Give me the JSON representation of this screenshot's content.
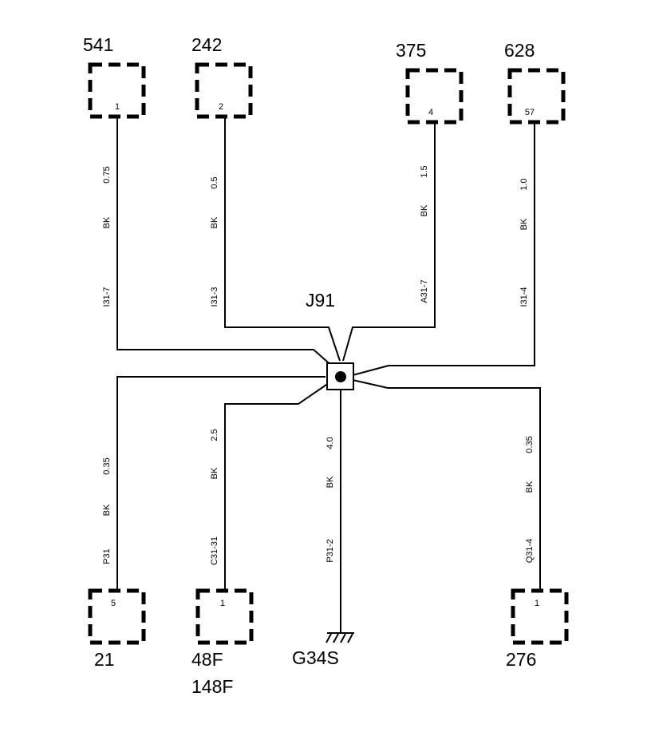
{
  "splice": {
    "label": "J91"
  },
  "ground": {
    "label": "G34S"
  },
  "connectors": {
    "c541": {
      "label": "541",
      "pin": "1",
      "wire": {
        "circuit": "I31-7",
        "color": "BK",
        "size": "0.75"
      }
    },
    "c242": {
      "label": "242",
      "pin": "2",
      "wire": {
        "circuit": "I31-3",
        "color": "BK",
        "size": "0.5"
      }
    },
    "c375": {
      "label": "375",
      "pin": "4",
      "wire": {
        "circuit": "A31-7",
        "color": "BK",
        "size": "1.5"
      }
    },
    "c628": {
      "label": "628",
      "pin": "57",
      "wire": {
        "circuit": "I31-4",
        "color": "BK",
        "size": "1.0"
      }
    },
    "c21": {
      "label": "21",
      "pin": "5",
      "wire": {
        "circuit": "P31",
        "color": "BK",
        "size": "0.35"
      }
    },
    "c48f": {
      "label": "48F",
      "label2": "148F",
      "pin": "1",
      "wire": {
        "circuit": "C31-31",
        "color": "BK",
        "size": "2.5"
      }
    },
    "c276": {
      "label": "276",
      "pin": "1",
      "wire": {
        "circuit": "Q31-4",
        "color": "BK",
        "size": "0.35"
      }
    }
  },
  "ground_wire": {
    "circuit": "P31-2",
    "color": "BK",
    "size": "4.0"
  }
}
